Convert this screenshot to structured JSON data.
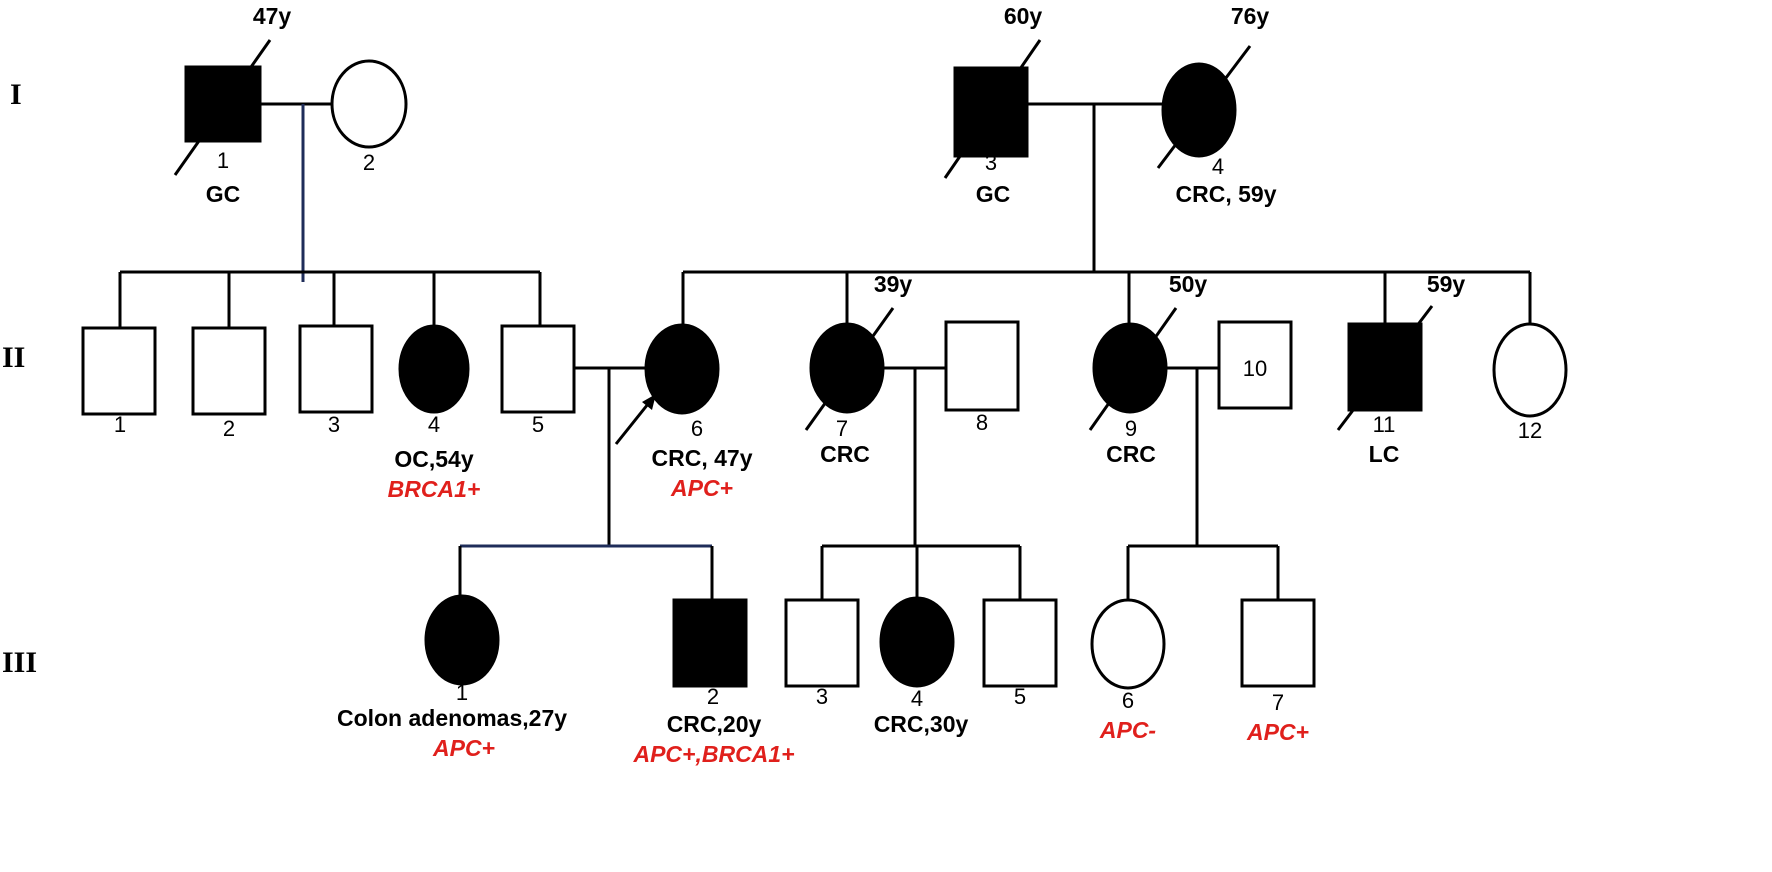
{
  "generations": [
    "I",
    "II",
    "III"
  ],
  "individuals": [
    {
      "id": "I-1",
      "sex": "male",
      "affected": true,
      "deceased": true,
      "number": "1",
      "age": "47y",
      "diagnosis": "GC",
      "gene": ""
    },
    {
      "id": "I-2",
      "sex": "female",
      "affected": false,
      "deceased": false,
      "number": "2",
      "age": "",
      "diagnosis": "",
      "gene": ""
    },
    {
      "id": "I-3",
      "sex": "male",
      "affected": true,
      "deceased": true,
      "number": "3",
      "age": "60y",
      "diagnosis": "GC",
      "gene": ""
    },
    {
      "id": "I-4",
      "sex": "female",
      "affected": true,
      "deceased": true,
      "number": "4",
      "age": "76y",
      "diagnosis": "CRC, 59y",
      "gene": ""
    },
    {
      "id": "II-1",
      "sex": "male",
      "affected": false,
      "deceased": false,
      "number": "1",
      "age": "",
      "diagnosis": "",
      "gene": ""
    },
    {
      "id": "II-2",
      "sex": "male",
      "affected": false,
      "deceased": false,
      "number": "2",
      "age": "",
      "diagnosis": "",
      "gene": ""
    },
    {
      "id": "II-3",
      "sex": "male",
      "affected": false,
      "deceased": false,
      "number": "3",
      "age": "",
      "diagnosis": "",
      "gene": ""
    },
    {
      "id": "II-4",
      "sex": "female",
      "affected": true,
      "deceased": false,
      "number": "4",
      "age": "",
      "diagnosis": "OC,54y",
      "gene": "BRCA1+"
    },
    {
      "id": "II-5",
      "sex": "male",
      "affected": false,
      "deceased": false,
      "number": "5",
      "age": "",
      "diagnosis": "",
      "gene": ""
    },
    {
      "id": "II-6",
      "sex": "female",
      "affected": true,
      "deceased": false,
      "proband": true,
      "number": "6",
      "age": "",
      "diagnosis": "CRC, 47y",
      "gene": "APC+"
    },
    {
      "id": "II-7",
      "sex": "female",
      "affected": true,
      "deceased": true,
      "number": "7",
      "age": "39y",
      "diagnosis": "CRC",
      "gene": ""
    },
    {
      "id": "II-8",
      "sex": "male",
      "affected": false,
      "deceased": false,
      "number": "8",
      "age": "",
      "diagnosis": "",
      "gene": ""
    },
    {
      "id": "II-9",
      "sex": "female",
      "affected": true,
      "deceased": true,
      "number": "9",
      "age": "50y",
      "diagnosis": "CRC",
      "gene": ""
    },
    {
      "id": "II-10",
      "sex": "male",
      "affected": false,
      "deceased": false,
      "number": "10",
      "age": "",
      "diagnosis": "",
      "gene": ""
    },
    {
      "id": "II-11",
      "sex": "male",
      "affected": true,
      "deceased": true,
      "number": "11",
      "age": "59y",
      "diagnosis": "LC",
      "gene": ""
    },
    {
      "id": "II-12",
      "sex": "female",
      "affected": false,
      "deceased": false,
      "number": "12",
      "age": "",
      "diagnosis": "",
      "gene": ""
    },
    {
      "id": "III-1",
      "sex": "female",
      "affected": true,
      "deceased": false,
      "number": "1",
      "age": "",
      "diagnosis": "Colon adenomas,27y",
      "gene": "APC+"
    },
    {
      "id": "III-2",
      "sex": "male",
      "affected": true,
      "deceased": false,
      "number": "2",
      "age": "",
      "diagnosis": "CRC,20y",
      "gene": "APC+,BRCA1+"
    },
    {
      "id": "III-3",
      "sex": "male",
      "affected": false,
      "deceased": false,
      "number": "3",
      "age": "",
      "diagnosis": "",
      "gene": ""
    },
    {
      "id": "III-4",
      "sex": "female",
      "affected": true,
      "deceased": false,
      "number": "4",
      "age": "",
      "diagnosis": "CRC,30y",
      "gene": ""
    },
    {
      "id": "III-5",
      "sex": "male",
      "affected": false,
      "deceased": false,
      "number": "5",
      "age": "",
      "diagnosis": "",
      "gene": ""
    },
    {
      "id": "III-6",
      "sex": "female",
      "affected": false,
      "deceased": false,
      "number": "6",
      "age": "",
      "diagnosis": "",
      "gene": "APC-"
    },
    {
      "id": "III-7",
      "sex": "male",
      "affected": false,
      "deceased": false,
      "number": "7",
      "age": "",
      "diagnosis": "",
      "gene": "APC+"
    }
  ],
  "colors": {
    "affected": "#000000",
    "unaffected": "#ffffff",
    "gene_label": "#e0201c",
    "link_line": "#1f2d5a"
  }
}
